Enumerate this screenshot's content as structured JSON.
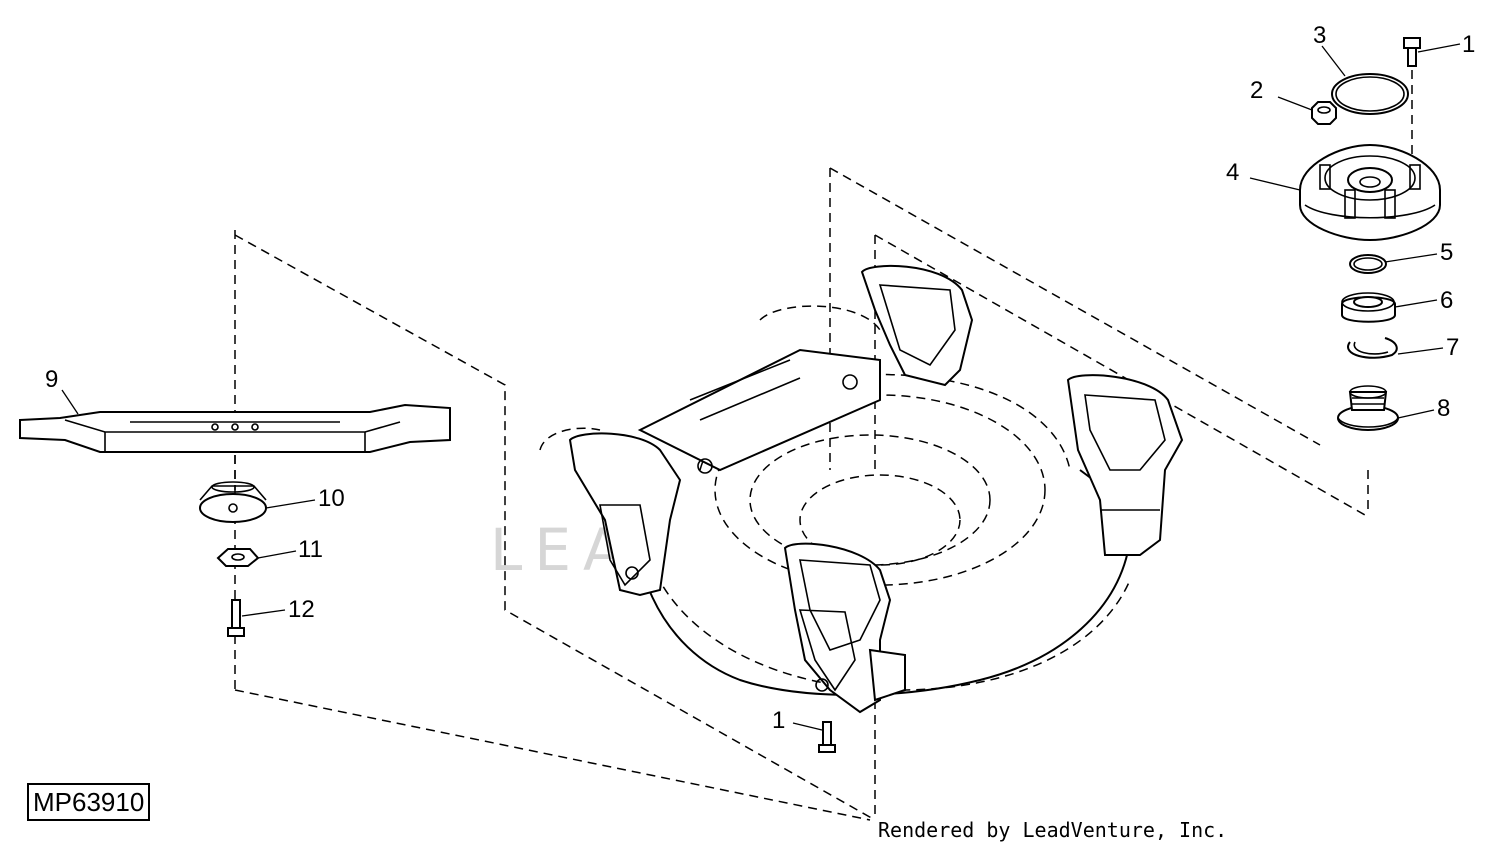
{
  "figure_id": "MP63910",
  "credit": "Rendered by LeadVenture, Inc.",
  "watermark": "LEADVENTURE",
  "callouts": {
    "c1_top": "1",
    "c2": "2",
    "c3": "3",
    "c4": "4",
    "c5": "5",
    "c6": "6",
    "c7": "7",
    "c8": "8",
    "c9": "9",
    "c10": "10",
    "c11": "11",
    "c12": "12",
    "c1_bottom": "1"
  }
}
